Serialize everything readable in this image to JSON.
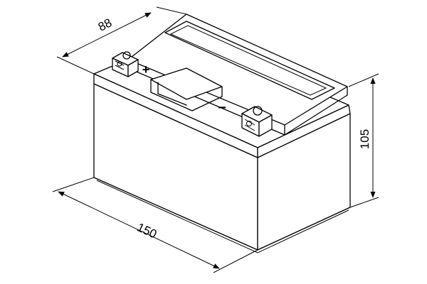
{
  "dimensions": {
    "width": "88",
    "height": "105",
    "length": "150"
  },
  "terminals": {
    "positive_symbol": "+",
    "negative_symbol": "−"
  }
}
